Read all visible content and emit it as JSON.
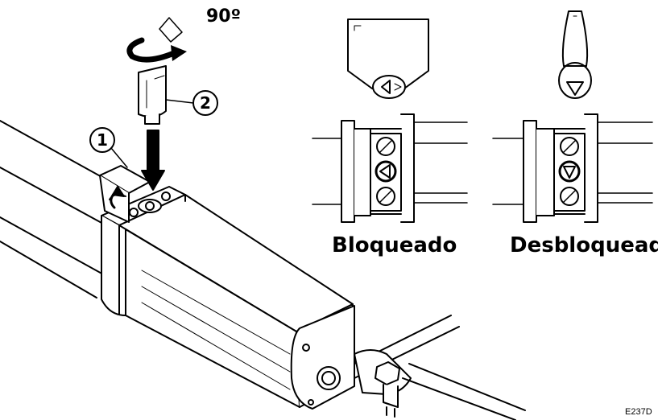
{
  "rotation_label": "90º",
  "callouts": {
    "cover": "1",
    "key": "2"
  },
  "states": {
    "locked": "Bloqueado",
    "unlocked": "Desbloqueado"
  },
  "figure_code": "E237D",
  "colors": {
    "ink": "#000000",
    "paper": "#ffffff",
    "shade": "#d9d9d9",
    "mid": "#9a9a9a"
  }
}
